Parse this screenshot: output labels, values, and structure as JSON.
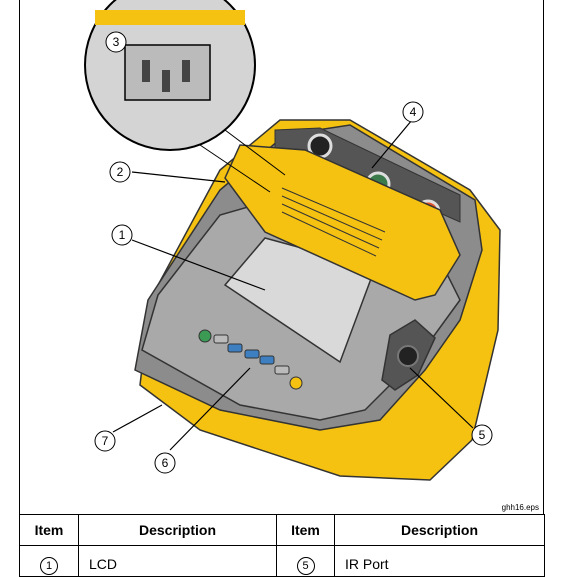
{
  "figure": {
    "callouts": [
      "1",
      "2",
      "3",
      "4",
      "5",
      "6",
      "7"
    ],
    "file_label": "ghh16.eps"
  },
  "table": {
    "headers": [
      "Item",
      "Description",
      "Item",
      "Description"
    ],
    "rows": [
      {
        "item_a": "1",
        "desc_a": "LCD",
        "item_b": "5",
        "desc_b": "IR Port"
      }
    ]
  },
  "colors": {
    "housing_yellow": "#f5c211",
    "housing_gray": "#8c8c8c",
    "panel_gray": "#a9a9a9",
    "screen_gray": "#d9d9d9",
    "terminal_red": "#e0502a",
    "terminal_green": "#3b7a4a",
    "key_blue": "#3e7fc1"
  }
}
